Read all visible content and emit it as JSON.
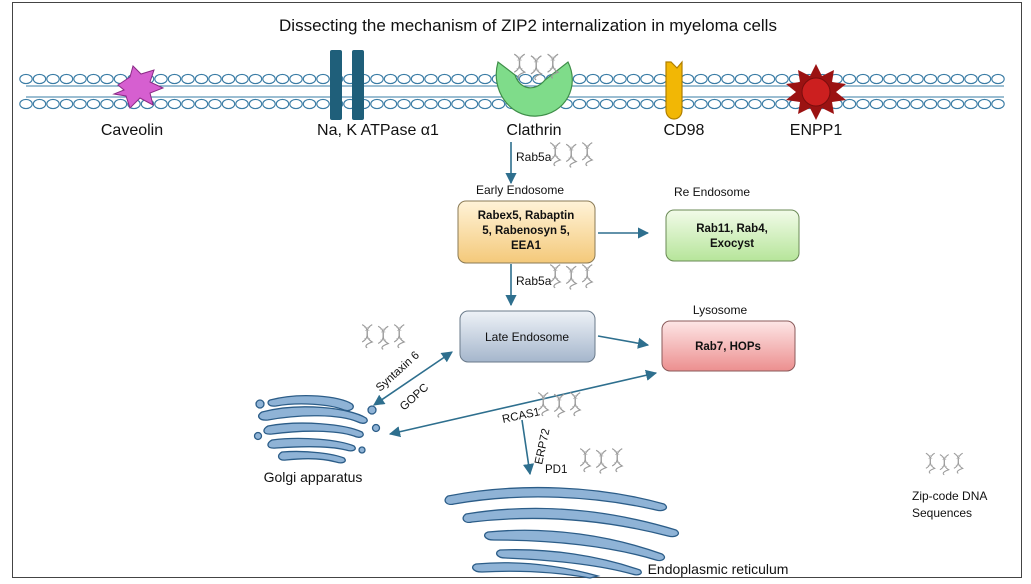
{
  "title": "Dissecting the mechanism of ZIP2 internalization in myeloma cells",
  "membrane": {
    "caveolin": "Caveolin",
    "atpase": "Na, K ATPase α1",
    "clathrin": "Clathrin",
    "cd98": "CD98",
    "enpp1": "ENPP1"
  },
  "boxes": {
    "early_title": "Early Endosome",
    "early_line1": "Rabex5, Rabaptin",
    "early_line2": "5, Rabenosyn 5,",
    "early_line3": "EEA1",
    "re_title": "Re Endosome",
    "re_line1": "Rab11, Rab4,",
    "re_line2": "Exocyst",
    "late": "Late Endosome",
    "lyso_title": "Lysosome",
    "lyso_line1": "Rab7, HOPs"
  },
  "arrows": {
    "rab5a_1": "Rab5a",
    "rab5a_2": "Rab5a",
    "syntaxin": "Syntaxin 6",
    "gopc": "GOPC",
    "rcas1": "RCAS1",
    "erp72": "ERP72",
    "pd1": "PD1"
  },
  "organelles": {
    "golgi": "Golgi apparatus",
    "er": "Endoplasmic reticulum"
  },
  "legend": {
    "line1": "Zip-code DNA",
    "line2": "Sequences"
  },
  "colors": {
    "arrow": "#2e6f8e",
    "membrane": "#3a7ca5",
    "caveolin": "#d65fd0",
    "atpase": "#1f5f7a",
    "clathrin": "#7fdc8a",
    "cd98": "#f2b705",
    "enpp1": "#cc1f1f",
    "early_box": "#f7dca0",
    "re_box": "#d3f0b7",
    "late_box": "#b9c7d8",
    "lyso_box": "#f2a9a9",
    "golgi": "#8fb3d6"
  }
}
